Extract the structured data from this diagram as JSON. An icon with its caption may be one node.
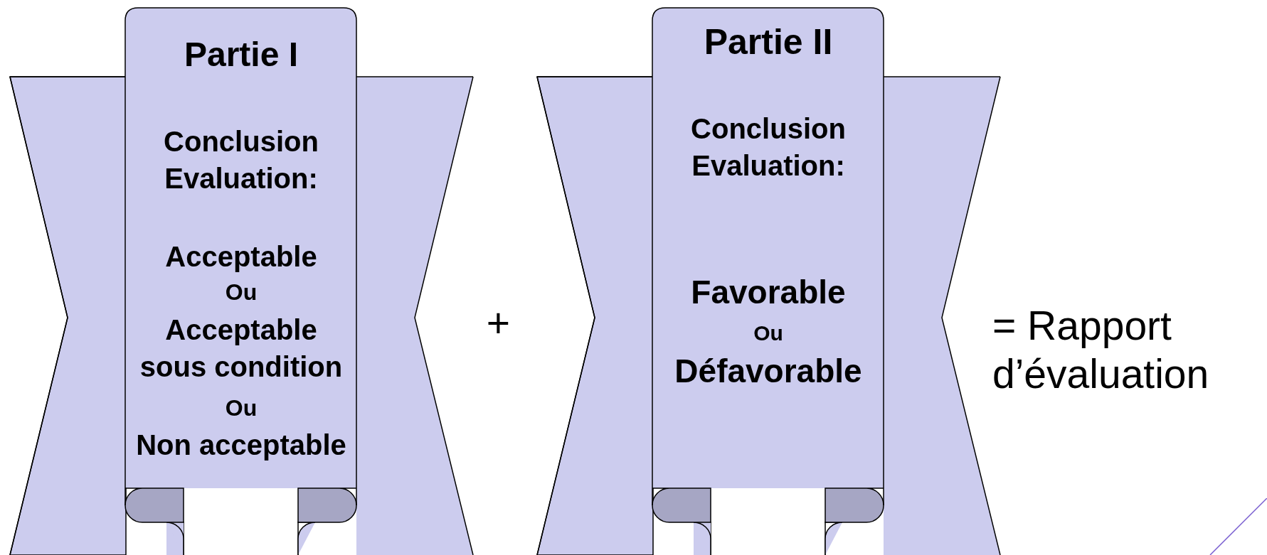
{
  "diagram": {
    "nodes": [
      {
        "text": [
          "Partie I",
          "Conclusion Evaluation:",
          "Acceptable",
          "Ou",
          "Acceptable sous condition",
          "Ou",
          "Non acceptable"
        ]
      },
      {
        "text": [
          "Partie II",
          "Conclusion Evaluation:",
          "Favorable",
          "Ou",
          "Défavorable"
        ]
      }
    ],
    "labels": [
      "+",
      "= Rapport d’évaluation"
    ]
  }
}
